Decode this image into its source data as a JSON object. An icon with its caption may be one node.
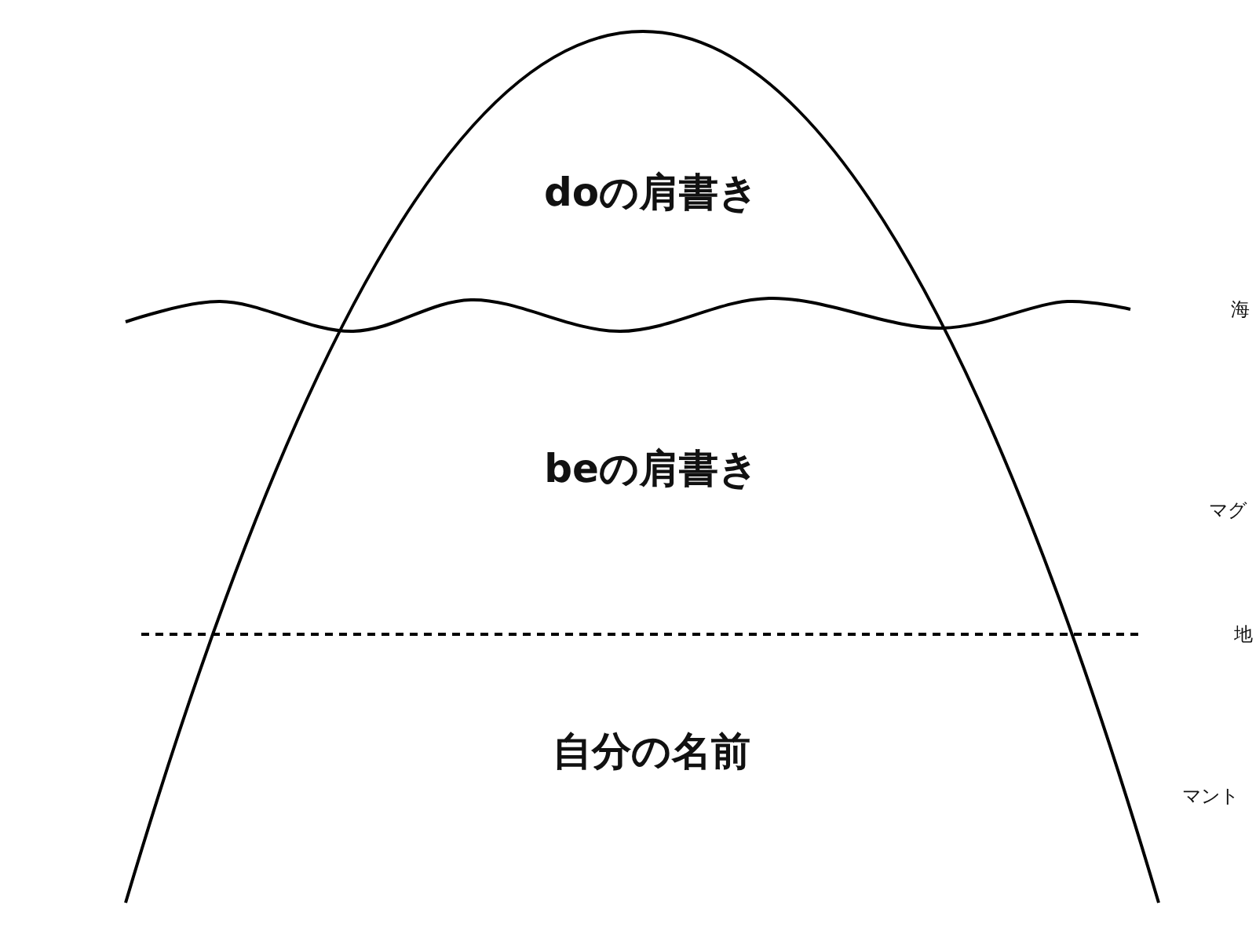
{
  "diagram": {
    "labels": [
      "doの肩書き",
      "海",
      "beの肩書き",
      "マグ",
      "地",
      "自分の名前",
      "マント"
    ]
  }
}
